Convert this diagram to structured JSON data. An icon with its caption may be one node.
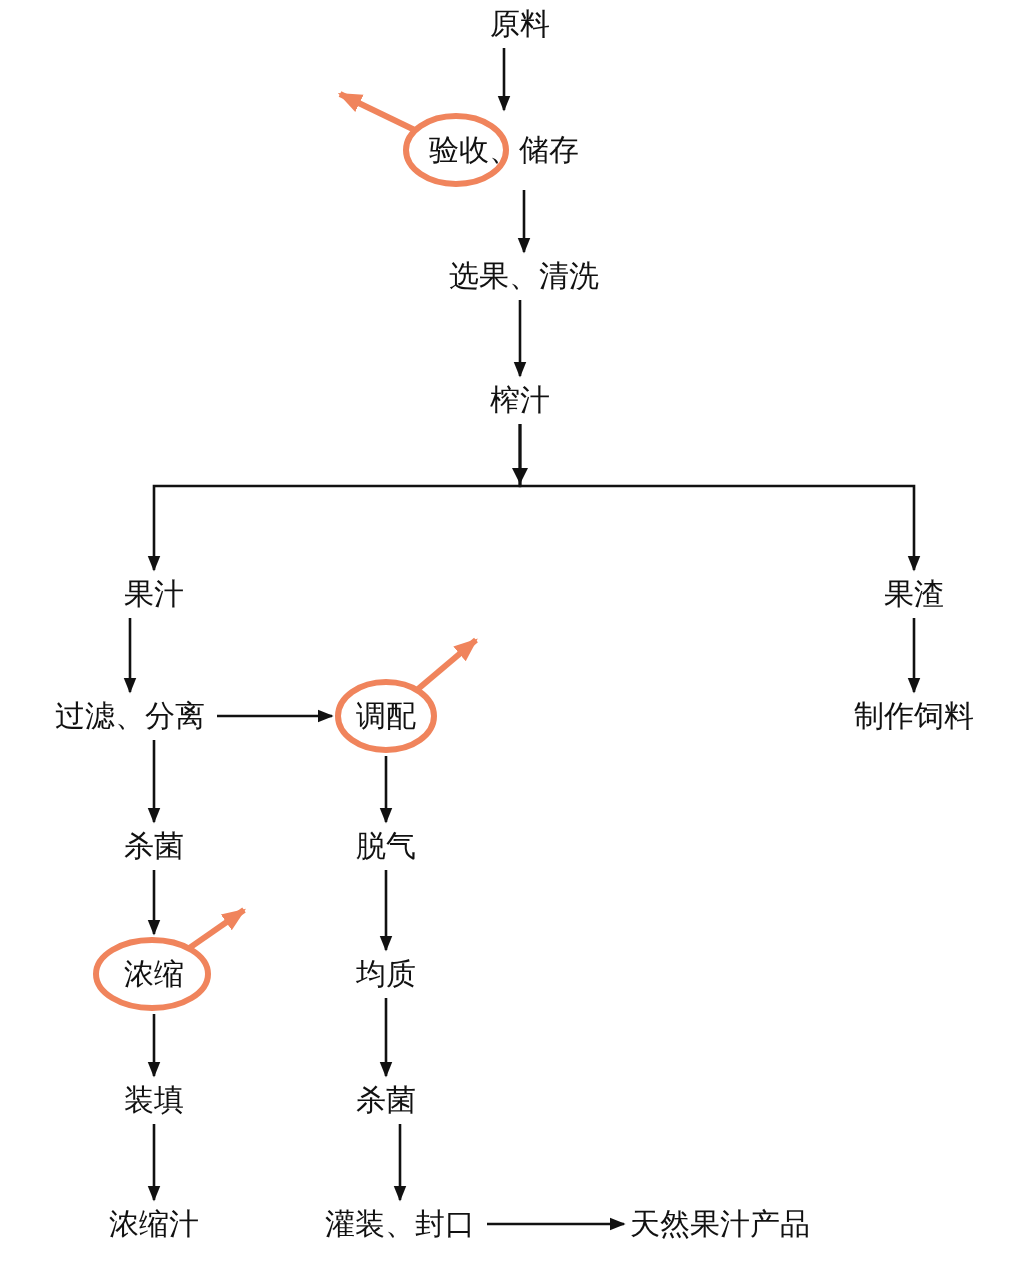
{
  "diagram": {
    "nodes": [
      {
        "text": [
          "原料"
        ]
      },
      {
        "text": [
          "验收、储存"
        ]
      },
      {
        "text": [
          "选果、清洗"
        ]
      },
      {
        "text": [
          "榨汁"
        ]
      },
      {
        "text": [
          "果汁"
        ]
      },
      {
        "text": [
          "果渣"
        ]
      },
      {
        "text": [
          "过滤、分离"
        ]
      },
      {
        "text": [
          "调配"
        ]
      },
      {
        "text": [
          "制作饲料"
        ]
      },
      {
        "text": [
          "杀菌"
        ]
      },
      {
        "text": [
          "脱气"
        ]
      },
      {
        "text": [
          "浓缩"
        ]
      },
      {
        "text": [
          "均质"
        ]
      },
      {
        "text": [
          "装填"
        ]
      },
      {
        "text": [
          "杀菌"
        ]
      },
      {
        "text": [
          "浓缩汁"
        ]
      },
      {
        "text": [
          "灌装、封口"
        ]
      },
      {
        "text": [
          "天然果汁产品"
        ]
      }
    ],
    "edges": [
      {
        "from": 0,
        "to": 1,
        "arrow": "to"
      },
      {
        "from": 1,
        "to": 2,
        "arrow": "to"
      },
      {
        "from": 2,
        "to": 3,
        "arrow": "to"
      },
      {
        "from": 3,
        "to": 4,
        "arrow": "to"
      },
      {
        "from": 3,
        "to": 5,
        "arrow": "to"
      },
      {
        "from": 4,
        "to": 6,
        "arrow": "to"
      },
      {
        "from": 6,
        "to": 7,
        "arrow": "to"
      },
      {
        "from": 6,
        "to": 9,
        "arrow": "to"
      },
      {
        "from": 9,
        "to": 11,
        "arrow": "to"
      },
      {
        "from": 11,
        "to": 13,
        "arrow": "to"
      },
      {
        "from": 13,
        "to": 15,
        "arrow": "to"
      },
      {
        "from": 7,
        "to": 10,
        "arrow": "to"
      },
      {
        "from": 10,
        "to": 12,
        "arrow": "to"
      },
      {
        "from": 12,
        "to": 14,
        "arrow": "to"
      },
      {
        "from": 14,
        "to": 16,
        "arrow": "to"
      },
      {
        "from": 16,
        "to": 17,
        "arrow": "to"
      },
      {
        "from": 5,
        "to": 8,
        "arrow": "to"
      },
      {
        "from": 1,
        "to": null,
        "arrow": "to",
        "style": "thick",
        "color": "#f0845c"
      },
      {
        "from": 7,
        "to": null,
        "arrow": "to",
        "style": "thick",
        "color": "#f0845c"
      },
      {
        "from": 11,
        "to": null,
        "arrow": "to",
        "style": "thick",
        "color": "#f0845c"
      }
    ]
  }
}
